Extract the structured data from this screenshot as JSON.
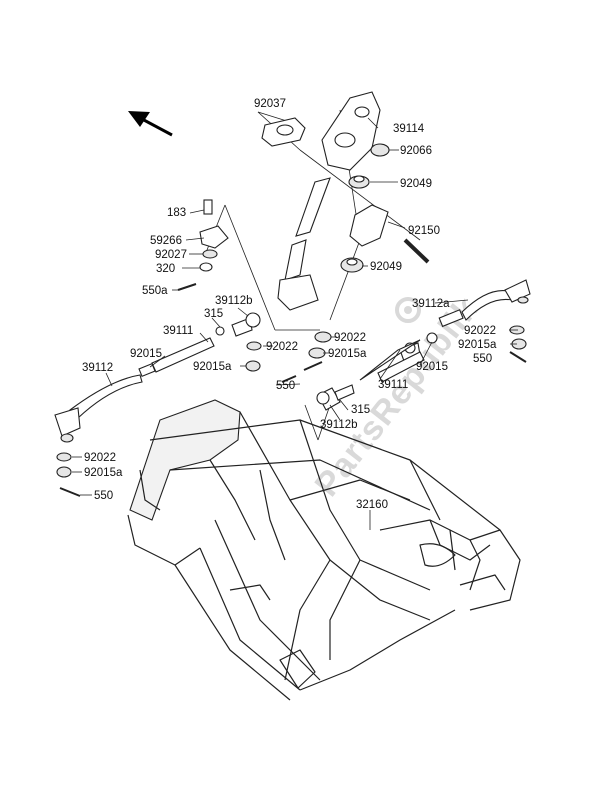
{
  "watermark": "PartsRepublik",
  "labels": {
    "p92037": "92037",
    "p39114": "39114",
    "p92066": "92066",
    "p92049a": "92049",
    "p92150": "92150",
    "p92049b": "92049",
    "p183": "183",
    "p59266": "59266",
    "p92027": "92027",
    "p320": "320",
    "p550a": "550a",
    "p39112b_top": "39112b",
    "p315_left": "315",
    "p39111_left": "39111",
    "p92015_left": "92015",
    "p92022_mid": "92022",
    "p92015a_mid": "92015a",
    "p39112": "39112",
    "p39112a": "39112a",
    "p92022_center": "92022",
    "p92015a_center": "92015a",
    "p550_center": "550",
    "p92022_right": "92022",
    "p92015a_right": "92015a",
    "p550_right": "550",
    "p92015_right": "92015",
    "p39111_right": "39111",
    "p315_right": "315",
    "p39112b_bottom": "39112b",
    "p92022_bl": "92022",
    "p92015a_bl": "92015a",
    "p550_bl": "550",
    "p32160": "32160"
  }
}
